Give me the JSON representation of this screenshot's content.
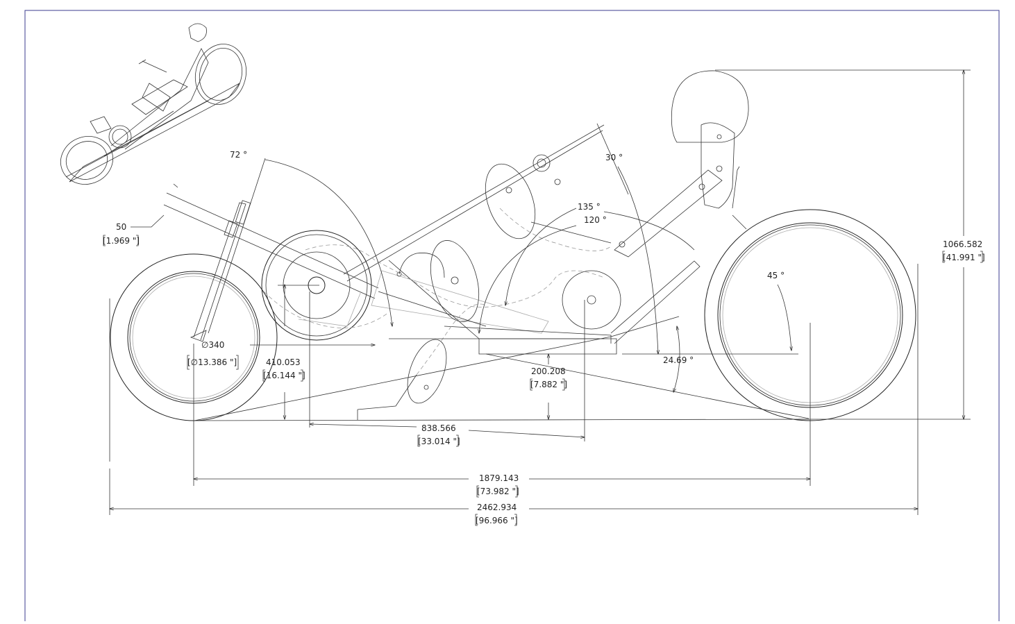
{
  "drawing": {
    "border_color": "#3b3b8f",
    "line_color": "#222222",
    "ghost_color": "#aaaaaa"
  },
  "dimensions": {
    "angle_72": "72 °",
    "angle_30": "30 °",
    "angle_135": "135 °",
    "angle_120": "120 °",
    "angle_45": "45 °",
    "angle_24_69": "24.69 °",
    "fork_offset_mm": "50",
    "fork_offset_in": "[1.969 \"]",
    "wheel_dia_mm": "∅340",
    "wheel_dia_in": "[∅13.386 \"]",
    "crank_height_mm": "410.053",
    "crank_height_in": "[16.144 \"]",
    "seat_height_mm": "200.208",
    "seat_height_in": "[7.882 \"]",
    "crank_to_seat_mm": "838.566",
    "crank_to_seat_in": "[33.014 \"]",
    "overall_height_mm": "1066.582",
    "overall_height_in": "[41.991 \"]",
    "wheelbase_mm": "1879.143",
    "wheelbase_in": "[73.982 \"]",
    "overall_length_mm": "2462.934",
    "overall_length_in": "[96.966 \"]"
  }
}
